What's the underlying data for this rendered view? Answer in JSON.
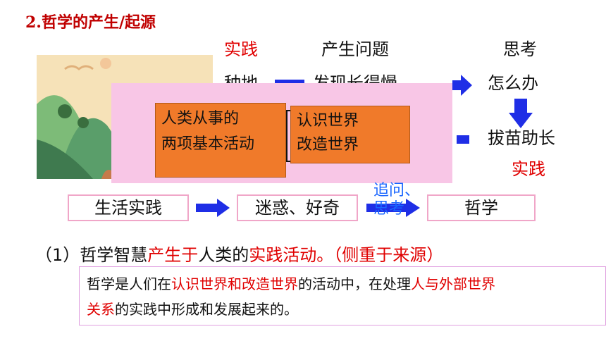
{
  "title": "2.哲学的产生/起源",
  "flow": {
    "h_practice": "实践",
    "h_problem": "产生问题",
    "h_think": "思考",
    "left_partial": "种地",
    "mid_partial": "发现长得慢",
    "think_action": "怎么办",
    "result": "拔苗助长",
    "result_label": "实践"
  },
  "overlay": {
    "box1": [
      "人类从事的",
      "两项基本活动"
    ],
    "box2": [
      "认识世界",
      "改造世界"
    ]
  },
  "chain": {
    "step1": "生活实践",
    "step2": "迷惑、好奇",
    "step_mid": [
      "追问、",
      "思考"
    ],
    "step3": "哲学"
  },
  "point1": {
    "prefix": "（1）哲学智慧",
    "r1": "产生于",
    "mid": "人类的",
    "r2": "实践活动。（侧重于来源）"
  },
  "definition": {
    "t1": "哲学是人们在",
    "r1": "认识世界和改造世界",
    "t2": "的活动中，在处理",
    "r2": "人与外部世界",
    "r3": "关系",
    "t3": "的实践中形成和发展起来的。"
  },
  "colors": {
    "accent_red": "#e00000",
    "title_red": "#c00000",
    "arrow_blue": "#1f2ee6",
    "overlay_pink": "#f8c6e6",
    "box_orange": "#f07a2a"
  }
}
